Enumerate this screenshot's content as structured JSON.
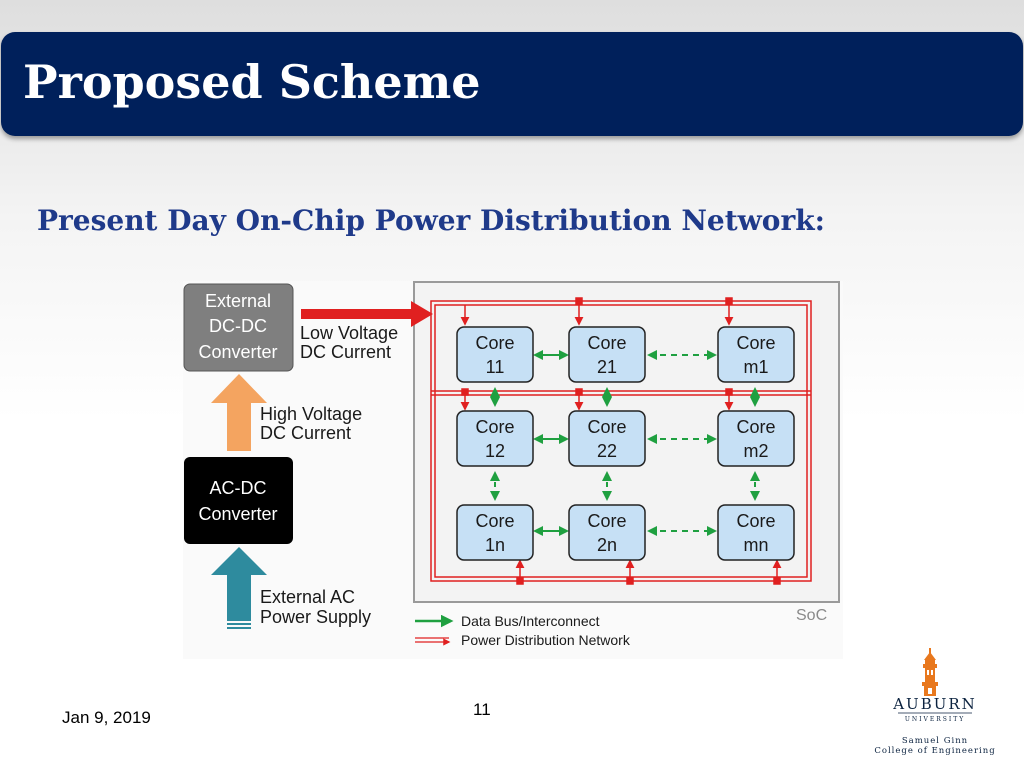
{
  "slide": {
    "title": "Proposed Scheme",
    "subtitle": "Present Day On-Chip Power Distribution Network:",
    "date": "Jan 9, 2019",
    "page_number": "11"
  },
  "diagram": {
    "external_dcdc": [
      "External",
      "DC-DC",
      "Converter"
    ],
    "low_voltage_label": [
      "Low Voltage",
      "DC Current"
    ],
    "high_voltage_label": [
      "High Voltage",
      "DC Current"
    ],
    "acdc": [
      "AC-DC",
      "Converter"
    ],
    "external_ac_label": [
      "External AC",
      "Power Supply"
    ],
    "soc_label": "SoC",
    "cores": [
      [
        "Core",
        "11"
      ],
      [
        "Core",
        "21"
      ],
      [
        "Core",
        "m1"
      ],
      [
        "Core",
        "12"
      ],
      [
        "Core",
        "22"
      ],
      [
        "Core",
        "m2"
      ],
      [
        "Core",
        "1n"
      ],
      [
        "Core",
        "2n"
      ],
      [
        "Core",
        "mn"
      ]
    ],
    "legend": {
      "data_bus": "Data Bus/Interconnect",
      "power": "Power Distribution Network"
    },
    "colors": {
      "dcdc_box": "#7f7f7f",
      "acdc_box": "#000000",
      "core_fill": "#c6e0f5",
      "power_line": "#e02020",
      "data_line": "#1fa040",
      "high_voltage_arrow": "#f4a460",
      "ac_arrow": "#2e8b9e"
    }
  },
  "logo": {
    "name": "AUBURN",
    "sub": "UNIVERSITY",
    "college_1": "Samuel Ginn",
    "college_2": "College of Engineering"
  }
}
